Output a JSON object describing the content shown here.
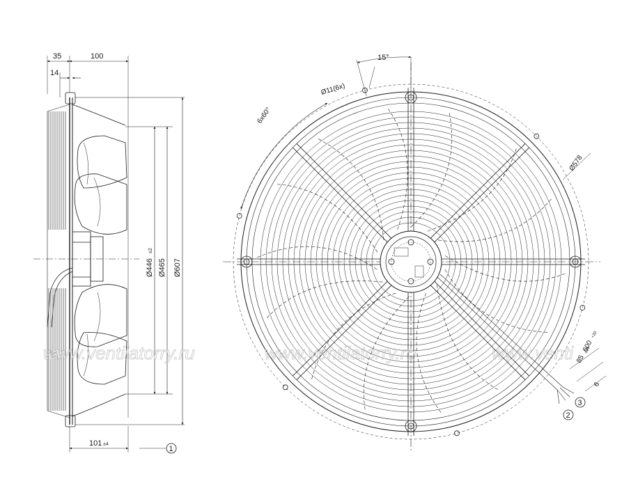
{
  "side_view": {
    "dims": {
      "d35": "35",
      "d100": "100",
      "d14": "14",
      "d101": "101",
      "d101_tol": "±4",
      "d446": "Ø446",
      "d446_tol": "±2",
      "d465": "Ø465",
      "d607": "Ø607"
    },
    "callout_1": "1"
  },
  "front_view": {
    "dims": {
      "angle15": "15°",
      "holes": "Ø11(6x)",
      "angle6x60": "6x60°",
      "d578": "Ø578",
      "cable600": "600",
      "cable600_tol": "+20",
      "cable85": "85",
      "cable85_tol": "±10",
      "cable6": "6"
    },
    "callout_2": "2",
    "callout_3": "3"
  },
  "watermark": {
    "left": "www.ventilatorry.ru",
    "middle": "www.ventilatorry.ru",
    "right": "www.venti"
  },
  "colors": {
    "line": "#1a1a1a",
    "watermark": "#c8c8c8"
  }
}
